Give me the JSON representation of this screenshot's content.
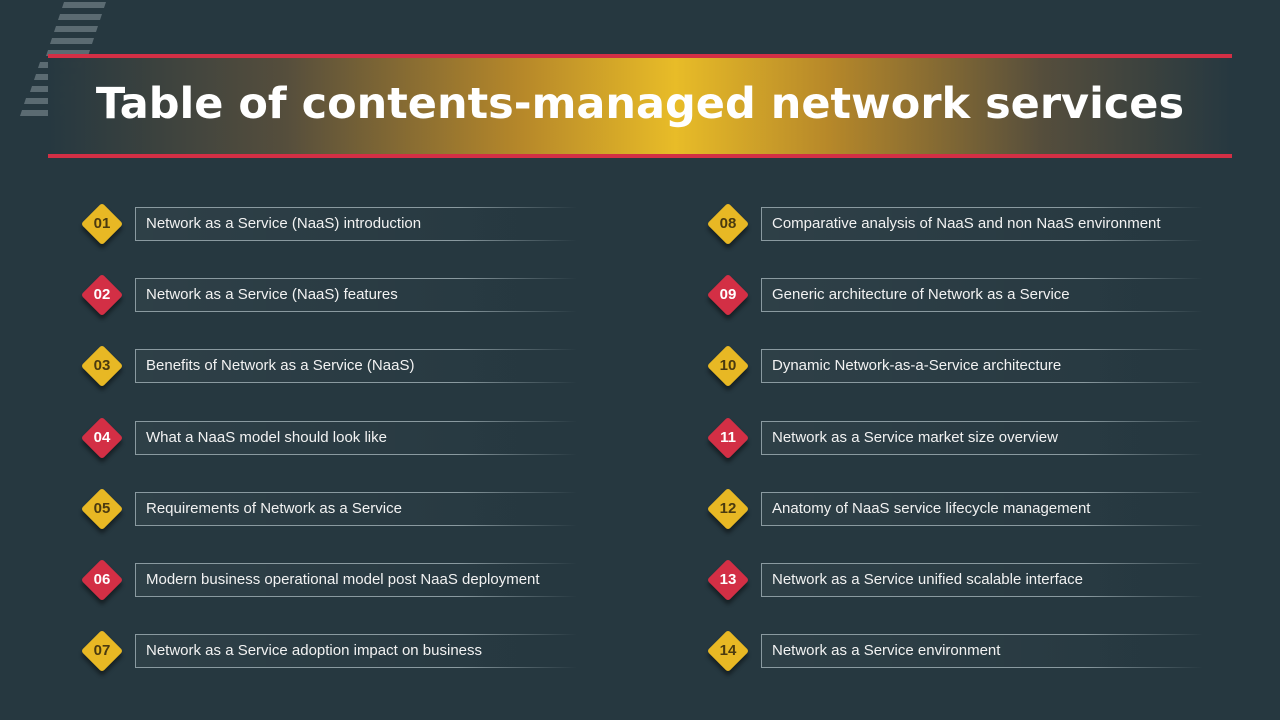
{
  "title": "Table of contents-managed network services",
  "colors": {
    "background": "#263840",
    "accent_red": "#d32f45",
    "accent_yellow": "#e8b824"
  },
  "items": [
    {
      "num": "01",
      "label": "Network as a Service (NaaS) introduction",
      "color": "yellow"
    },
    {
      "num": "02",
      "label": "Network as a Service (NaaS) features",
      "color": "red"
    },
    {
      "num": "03",
      "label": "Benefits of Network as a Service (NaaS)",
      "color": "yellow"
    },
    {
      "num": "04",
      "label": "What a NaaS model should look like",
      "color": "red"
    },
    {
      "num": "05",
      "label": "Requirements of Network as a Service",
      "color": "yellow"
    },
    {
      "num": "06",
      "label": "Modern business operational model post NaaS deployment",
      "color": "red"
    },
    {
      "num": "07",
      "label": "Network as a Service adoption impact on business",
      "color": "yellow"
    },
    {
      "num": "08",
      "label": "Comparative analysis of NaaS and non NaaS environment",
      "color": "yellow"
    },
    {
      "num": "09",
      "label": "Generic architecture of Network as a Service",
      "color": "red"
    },
    {
      "num": "10",
      "label": "Dynamic Network-as-a-Service architecture",
      "color": "yellow"
    },
    {
      "num": "11",
      "label": "Network as a Service market size overview",
      "color": "red"
    },
    {
      "num": "12",
      "label": "Anatomy of NaaS service lifecycle management",
      "color": "yellow"
    },
    {
      "num": "13",
      "label": "Network as a Service unified scalable interface",
      "color": "red"
    },
    {
      "num": "14",
      "label": "Network as a Service environment",
      "color": "yellow"
    }
  ]
}
